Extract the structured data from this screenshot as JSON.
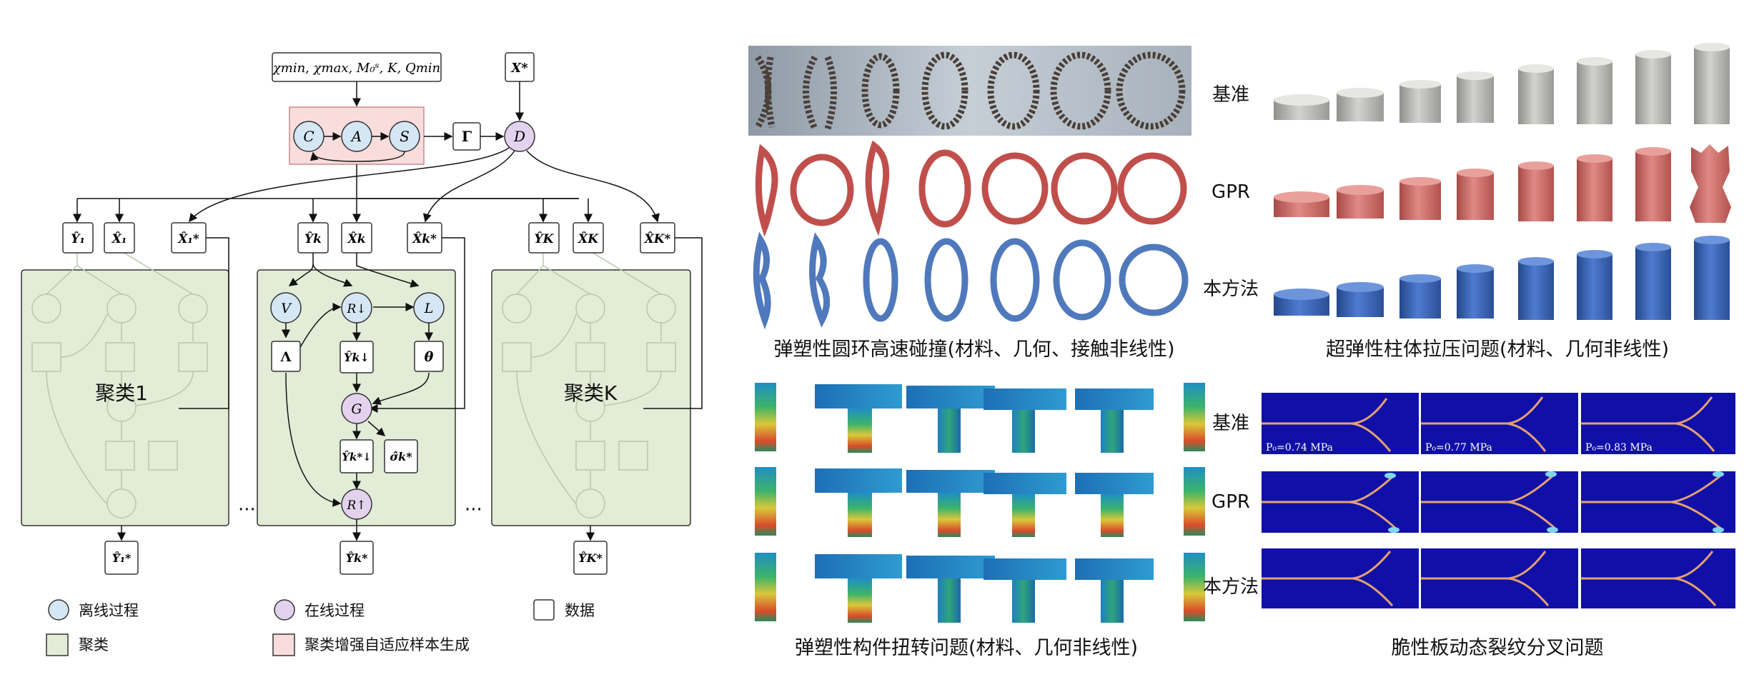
{
  "diagram": {
    "inputs_box": "χmin, χmax, M₀ˢ, K, Qmin",
    "x_star": "X*",
    "gamma": "Γ",
    "node_C": "C",
    "node_A": "A",
    "node_S": "S",
    "node_D": "D",
    "cluster_1": {
      "y": "Ŷ₁",
      "x": "X̂₁",
      "xs": "X̂₁*",
      "label": "聚类1",
      "out": "Ŷ̂₁*"
    },
    "cluster_k": {
      "y": "Ŷk",
      "x": "X̂k",
      "xs": "X̂k*",
      "V": "V",
      "R_down": "R↓",
      "L": "L",
      "Lambda": "Λ",
      "Y_down": "Ŷk↓",
      "theta": "θ",
      "G": "G",
      "Y_star_down": "Ŷk*↓",
      "sigma": "σ̂k*",
      "R_up": "R↑",
      "out": "Ŷ̂k*"
    },
    "cluster_K": {
      "y": "ŶK",
      "x": "X̂K",
      "xs": "X̂K*",
      "label": "聚类K",
      "out": "Ŷ̂K*"
    },
    "dots": "···",
    "legend": [
      {
        "label": "离线过程",
        "color": "#d5e6f5"
      },
      {
        "label": "在线过程",
        "color": "#e3d2ee"
      },
      {
        "label": "数据",
        "color": "#ffffff"
      },
      {
        "label": "聚类",
        "color": "#e2ecd6"
      },
      {
        "label": "聚类增强自适应样本生成",
        "color": "#f9dcdc"
      }
    ]
  },
  "results": {
    "row_labels_top_left": [
      "基准",
      "GPR",
      "本方法"
    ],
    "row_labels_bottom_left": [
      "基准",
      "GPR",
      "本方法"
    ],
    "caption_ring": "弹塑性圆环高速碰撞(材料、几何、接触非线性)",
    "caption_cylinder": "超弹性柱体拉压问题(材料、几何非线性)",
    "caption_beam": "弹塑性构件扭转问题(材料、几何非线性)",
    "caption_crack": "脆性板动态裂纹分叉问题",
    "crack_pressures": [
      "P₀=0.74 MPa",
      "P₀=0.77 MPa",
      "P₀=0.83 MPa"
    ]
  },
  "colors": {
    "offline": "#d5e6f5",
    "online": "#e3d2ee",
    "cluster_bg": "#e2ecd6",
    "adaptive_bg": "#f9dcdc",
    "gpr_red": "#c96763",
    "ours_blue": "#3f68b1",
    "crack_bg": "#1010a8"
  }
}
